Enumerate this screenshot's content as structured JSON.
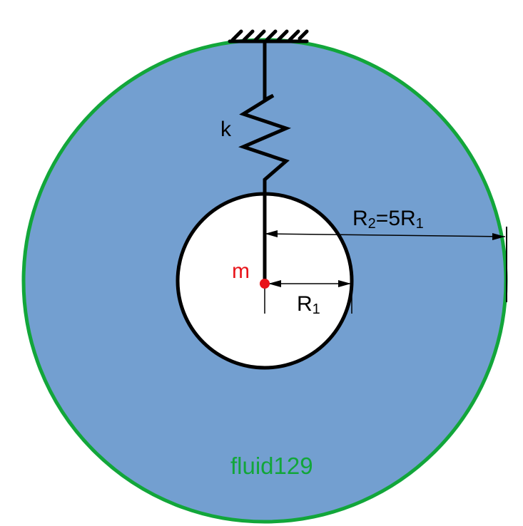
{
  "labels": {
    "spring": "k",
    "mass": "m",
    "outer_radius_R": "R",
    "outer_radius_sub": "2",
    "outer_radius_eq": "=5R",
    "outer_radius_sub2": "1",
    "inner_radius_R": "R",
    "inner_radius_sub": "1",
    "fluid": "fluid129"
  },
  "colors": {
    "fluid_fill": "#739fd0",
    "outer_wall": "#12a63a",
    "fluid_label": "#12a63a",
    "mass_label": "#e8141a",
    "mass_dot": "#e8141a",
    "lines": "#000000",
    "inner_fill": "#ffffff"
  }
}
